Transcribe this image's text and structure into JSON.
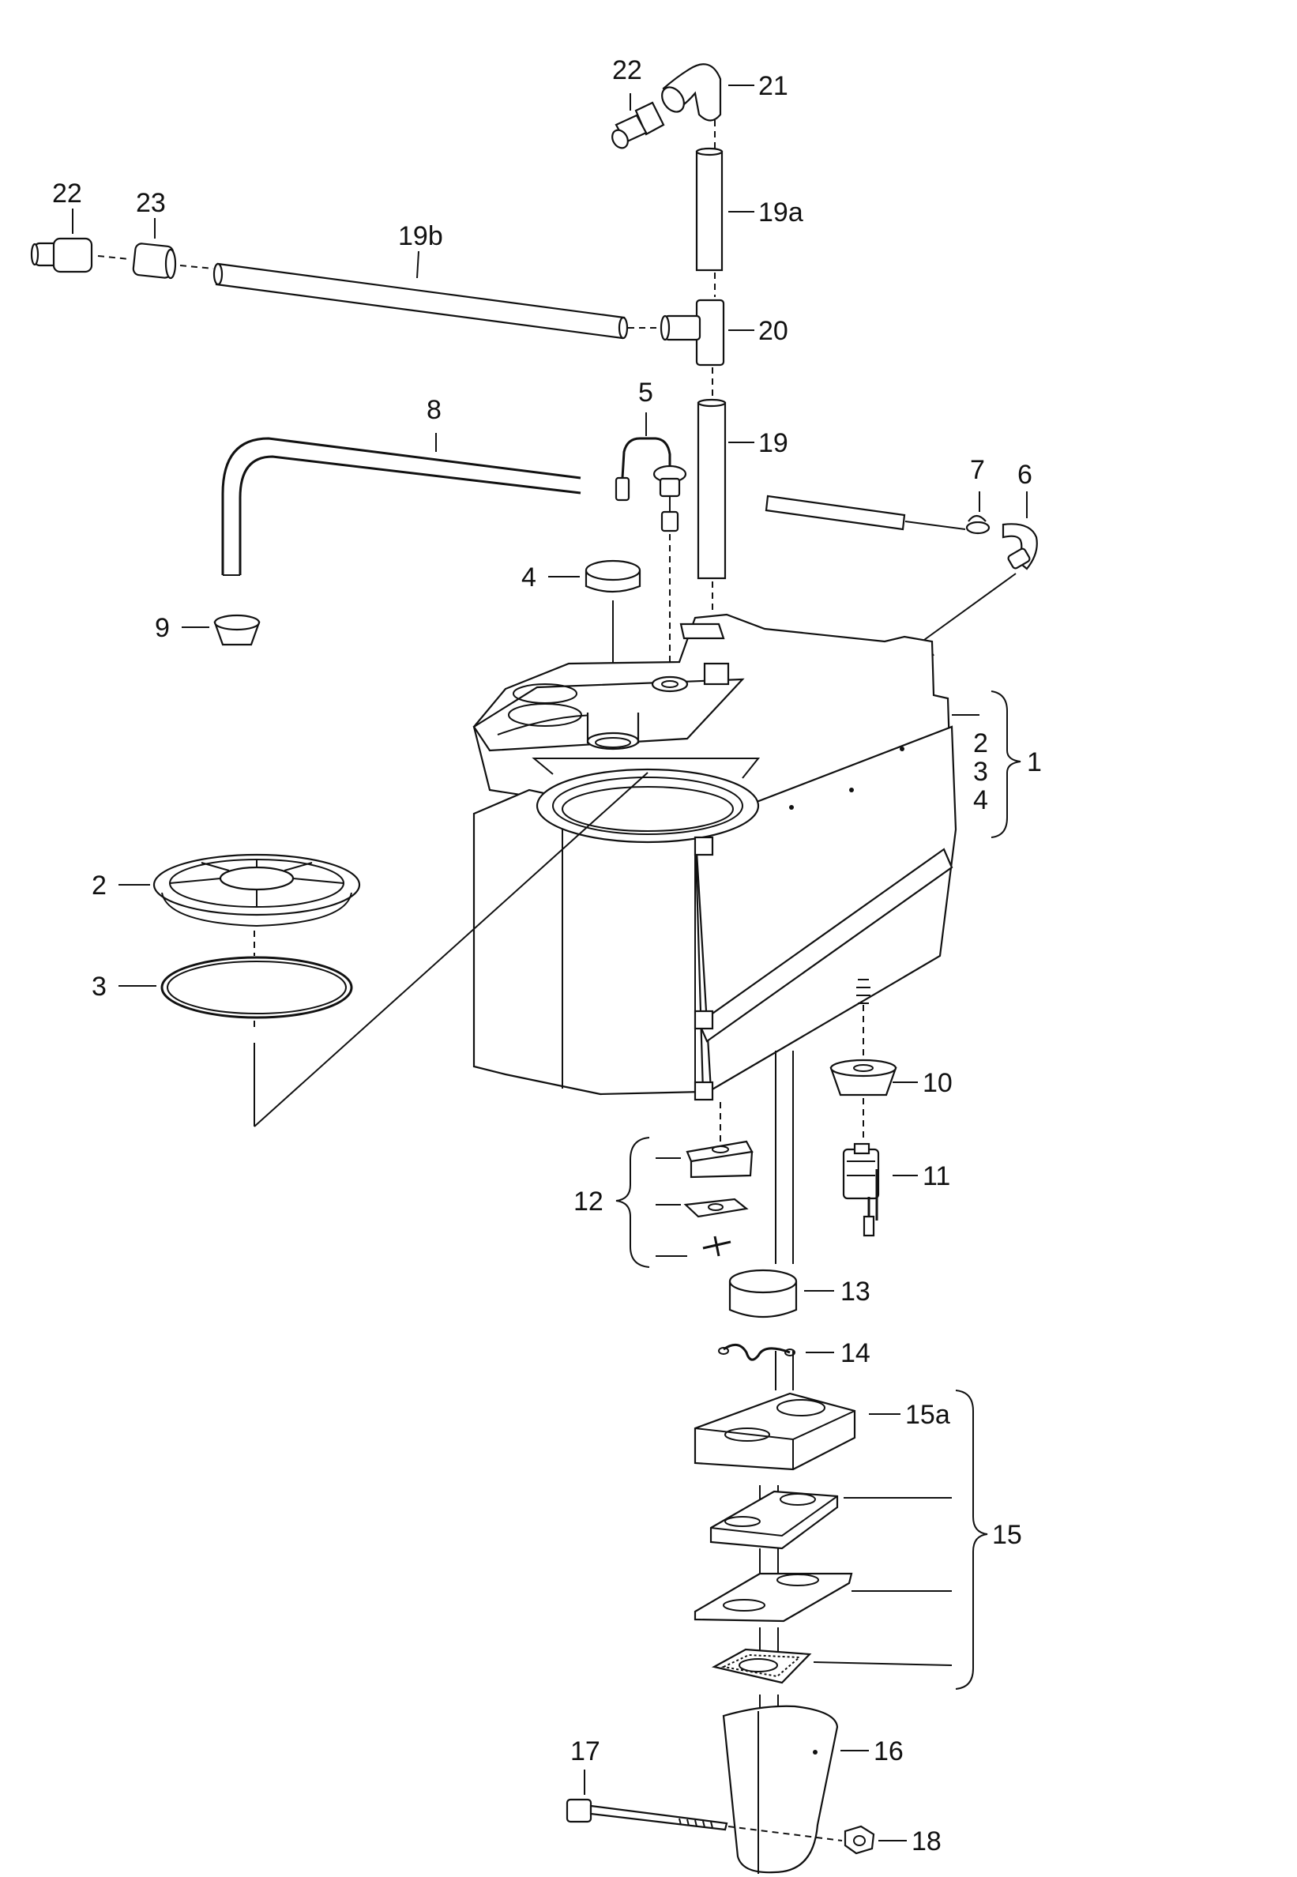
{
  "callouts": {
    "p1": "1",
    "p2": "2",
    "p2b": "2",
    "p3": "3",
    "p3b": "3",
    "p4": "4",
    "p4b": "4",
    "p5": "5",
    "p6": "6",
    "p7": "7",
    "p8": "8",
    "p9": "9",
    "p10": "10",
    "p11": "11",
    "p12": "12",
    "p13": "13",
    "p14": "14",
    "p15": "15",
    "p15a": "15a",
    "p16": "16",
    "p17": "17",
    "p18": "18",
    "p19": "19",
    "p19a": "19a",
    "p19b": "19b",
    "p20": "20",
    "p21": "21",
    "p22a": "22",
    "p22b": "22",
    "p23": "23"
  }
}
